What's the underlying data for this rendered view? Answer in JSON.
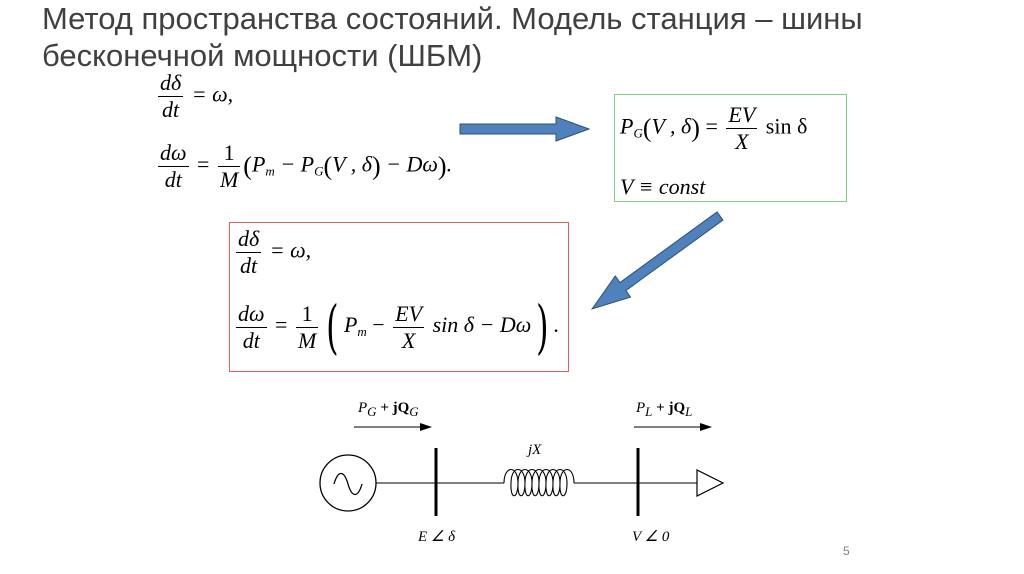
{
  "title": {
    "line1": "Метод пространства состояний. Модель станция – шины",
    "line2": "бесконечной мощности (ШБМ)"
  },
  "equations_top": {
    "eq1": {
      "num": "dδ",
      "den": "dt",
      "rhs": "= ω,"
    },
    "eq2": {
      "num": "dω",
      "den": "dt",
      "eq": "=",
      "coef_num": "1",
      "coef_den": "M",
      "body_a": "P",
      "body_a_sub": "m",
      "body_b": " − P",
      "body_b_sub": "G",
      "body_c": "V , δ",
      "body_d": " − Dω",
      "end": "."
    }
  },
  "green_box": {
    "lhs": "P",
    "lhs_sub": "G",
    "lhs_args": "V , δ",
    "eq": "=",
    "frac_num": "EV",
    "frac_den": "X",
    "sin": "sin δ",
    "line2": "V ≡ const"
  },
  "red_box": {
    "eq1": {
      "num": "dδ",
      "den": "dt",
      "rhs": "= ω,"
    },
    "eq2": {
      "num": "dω",
      "den": "dt",
      "eq": "=",
      "coef_num": "1",
      "coef_den": "M",
      "p": "P",
      "p_sub": "m",
      "minus": "−",
      "frac_num": "EV",
      "frac_den": "X",
      "tail": "sin δ − Dω",
      "end": "."
    }
  },
  "diagram": {
    "gen_power": "P",
    "gen_power_sub": "G",
    "gen_power_plus": " + jQ",
    "gen_power_q_sub": "G",
    "load_power": "P",
    "load_power_sub": "L",
    "load_power_plus": " + jQ",
    "load_power_q_sub": "L",
    "reactance": "jX",
    "bus1": "E ∠ δ",
    "bus2": "V ∠ 0"
  },
  "page_number": "5",
  "colors": {
    "arrow_fill": "#4f81bd",
    "arrow_stroke": "#2e4f7a",
    "red_border": "#e06060",
    "green_border": "#7ed07e"
  }
}
